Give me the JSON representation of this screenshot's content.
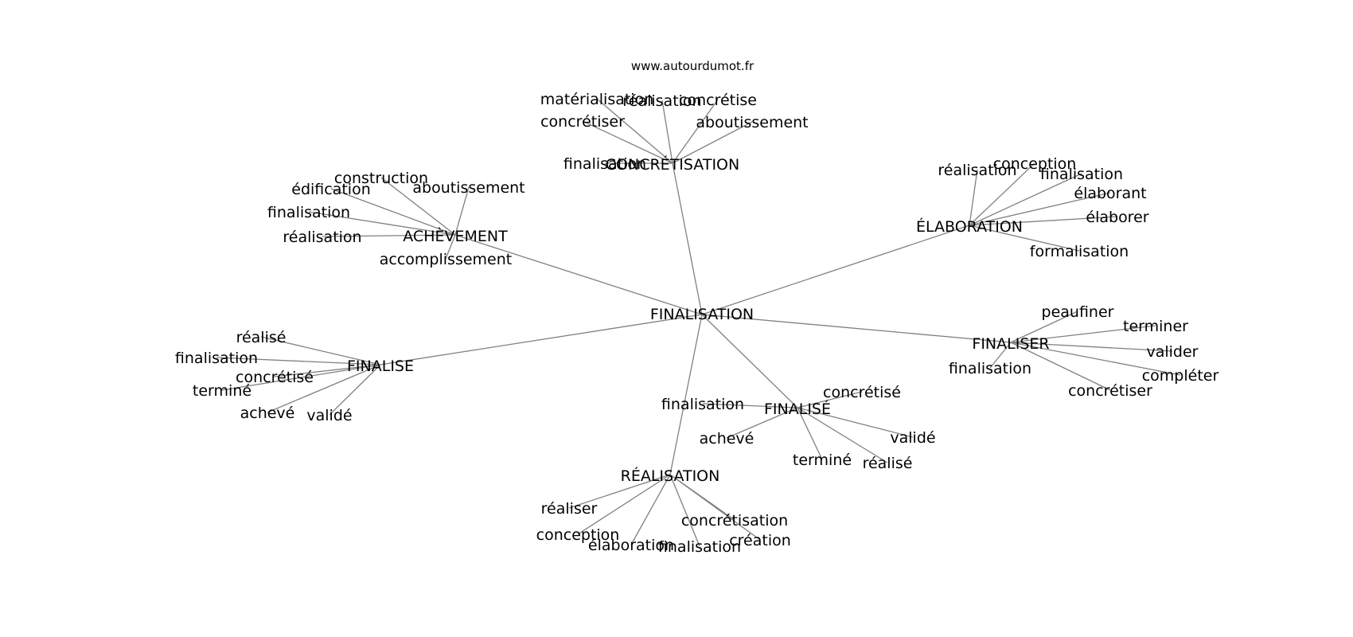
{
  "source_label": "www.autourdumot.fr",
  "center": "FINALISATION",
  "groups": [
    {
      "hub": "CONCRÉTISATION",
      "leaves": [
        "matérialisation",
        "réalisation",
        "concrétise",
        "concrétiser",
        "aboutissement",
        "finalisation"
      ]
    },
    {
      "hub": "ACHÈVEMENT",
      "leaves": [
        "construction",
        "édification",
        "aboutissement",
        "finalisation",
        "réalisation",
        "accomplissement"
      ]
    },
    {
      "hub": "ÉLABORATION",
      "leaves": [
        "réalisation",
        "conception",
        "finalisation",
        "élaborant",
        "élaborer",
        "formalisation"
      ]
    },
    {
      "hub": "FINALISER",
      "leaves": [
        "peaufiner",
        "terminer",
        "valider",
        "compléter",
        "concrétiser",
        "finalisation"
      ]
    },
    {
      "hub": "FINALISE",
      "leaves": [
        "réalisé",
        "finalisation",
        "concrétisé",
        "terminé",
        "achevé",
        "validé"
      ]
    },
    {
      "hub": "FINALISÉ",
      "leaves": [
        "concrétisé",
        "finalisation",
        "achevé",
        "validé",
        "terminé",
        "réalisé"
      ]
    },
    {
      "hub": "RÉALISATION",
      "leaves": [
        "réaliser",
        "conception",
        "élaboration",
        "finalisation",
        "concrétisation",
        "création"
      ]
    }
  ]
}
